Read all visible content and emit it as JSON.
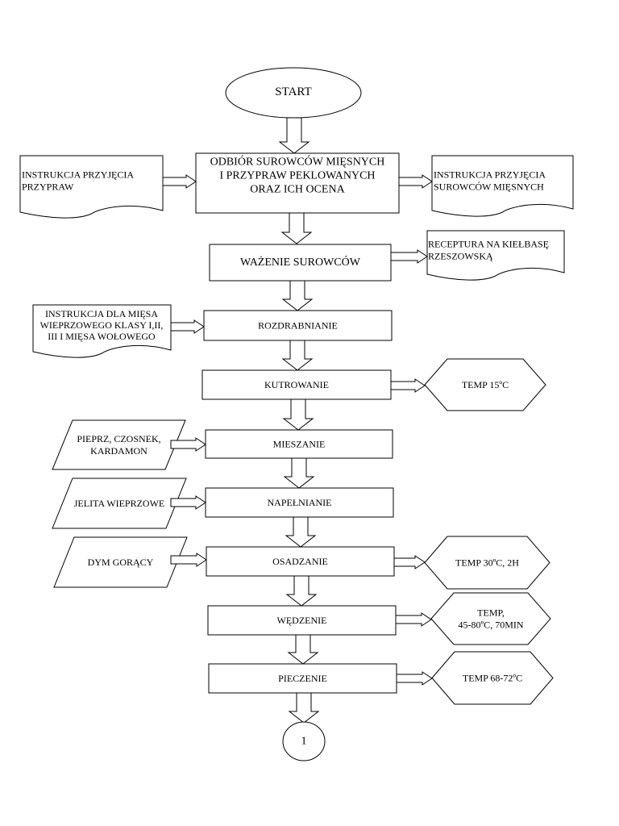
{
  "start": "START",
  "end_connector": "1",
  "steps": [
    {
      "lines": [
        "ODBIÓR SUROWCÓW MIĘSNYCH",
        "I PRZYPRAW PEKLOWANYCH",
        "ORAZ ICH OCENA"
      ]
    },
    {
      "lines": [
        "WAŻENIE SUROWCÓW"
      ]
    },
    {
      "lines": [
        "ROZDRABNIANIE"
      ]
    },
    {
      "lines": [
        "KUTROWANIE"
      ]
    },
    {
      "lines": [
        "MIESZANIE"
      ]
    },
    {
      "lines": [
        "NAPEŁNIANIE"
      ]
    },
    {
      "lines": [
        "OSADZANIE"
      ]
    },
    {
      "lines": [
        "WĘDZENIE"
      ]
    },
    {
      "lines": [
        "PIECZENIE"
      ]
    }
  ],
  "documents": [
    {
      "lines": [
        "INSTRUKCJA PRZYJĘCIA",
        "PRZYPRAW"
      ]
    },
    {
      "lines": [
        "INSTRUKCJA PRZYJĘCIA",
        "SUROWCÓW MIĘSNYCH"
      ]
    },
    {
      "lines": [
        "RECEPTURA NA KIEŁBASĘ",
        "RZESZOWSKĄ"
      ]
    },
    {
      "lines": [
        "INSTRUKCJA DLA MIĘSA",
        "WIEPRZOWEGO KLASY I,II,",
        "III I MIĘSA WOŁOWEGO"
      ]
    }
  ],
  "inputs": [
    {
      "lines": [
        "PIEPRZ, CZOSNEK,",
        "KARDAMON"
      ]
    },
    {
      "lines": [
        "JELITA WIEPRZOWE"
      ]
    },
    {
      "lines": [
        "DYM GORĄCY"
      ]
    }
  ],
  "conditions": [
    {
      "lines": [
        "TEMP 15ºC"
      ]
    },
    {
      "lines": [
        "TEMP 30ºC, 2H"
      ]
    },
    {
      "lines": [
        "TEMP,",
        "45-80ºC, 70MIN"
      ]
    },
    {
      "lines": [
        "TEMP 68-72ºC"
      ]
    }
  ]
}
